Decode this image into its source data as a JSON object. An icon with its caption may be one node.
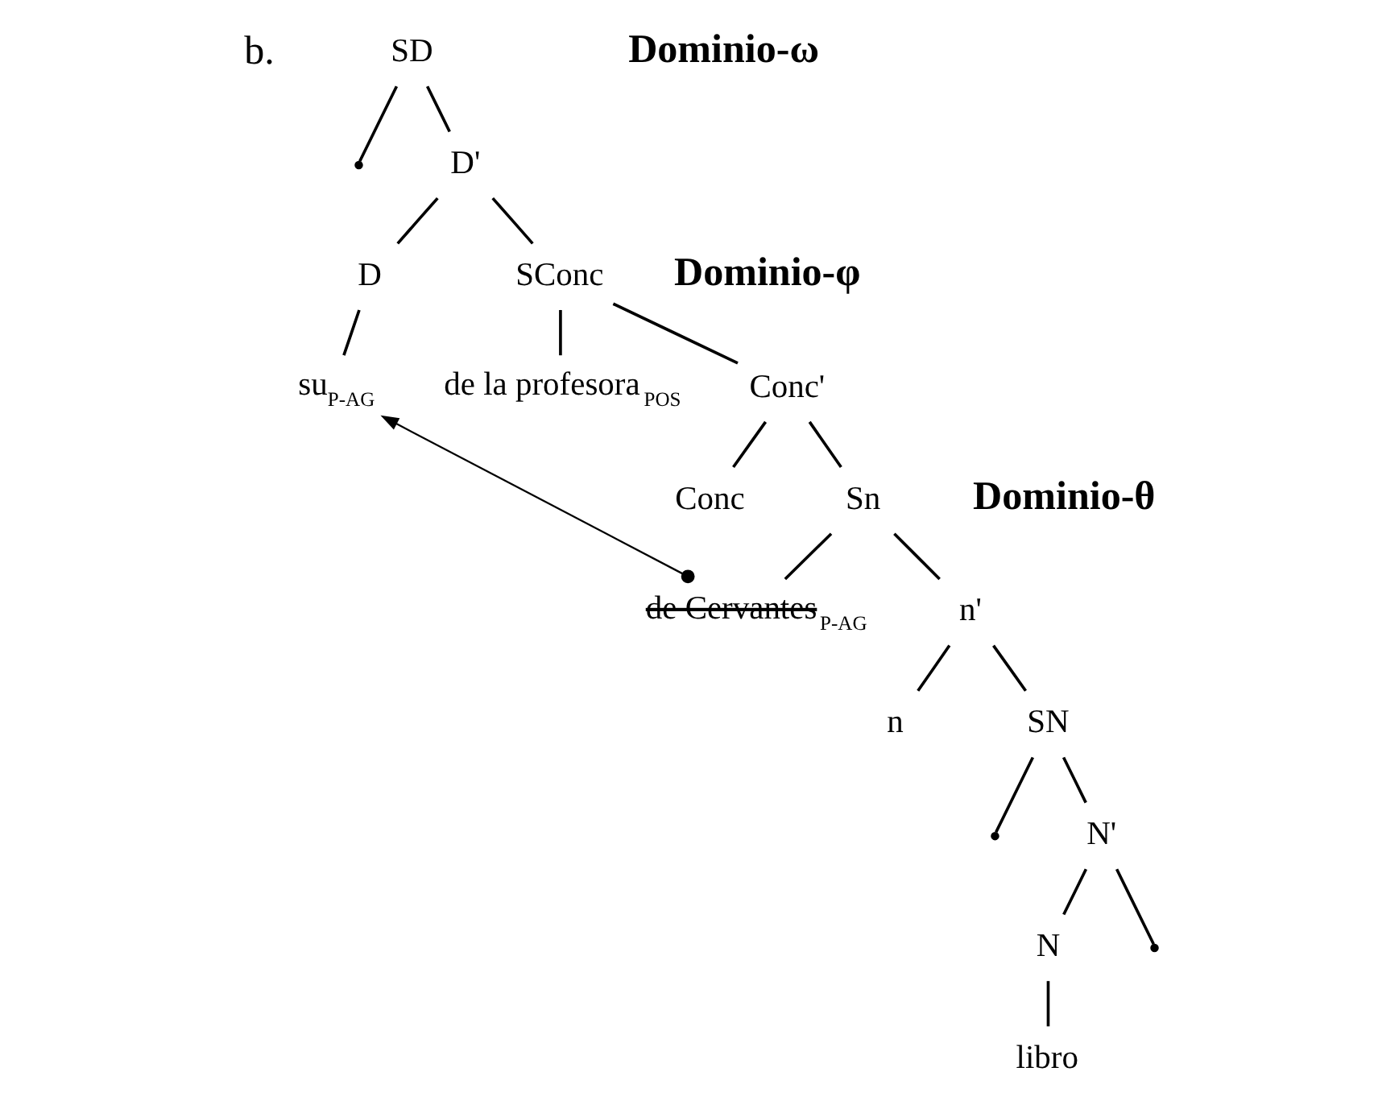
{
  "diagram": {
    "nodes": [
      {
        "text": [
          "SD"
        ]
      },
      {
        "text": [],
        "shape": "point"
      },
      {
        "text": [
          "D'"
        ]
      },
      {
        "text": [
          "D"
        ]
      },
      {
        "text": [
          "SConc"
        ]
      },
      {
        "text": [
          "su$_{P-AG}$"
        ]
      },
      {
        "text": [
          "de la profesora$_{POS}$"
        ]
      },
      {
        "text": [
          "Conc'"
        ]
      },
      {
        "text": [
          "Conc"
        ]
      },
      {
        "text": [
          "Sn"
        ]
      },
      {
        "text": [
          "de Cervantes$_{P-AG}$"
        ]
      },
      {
        "text": [
          "n'"
        ]
      },
      {
        "text": [
          "n"
        ]
      },
      {
        "text": [
          "SN"
        ]
      },
      {
        "text": [],
        "shape": "point"
      },
      {
        "text": [
          "N'"
        ]
      },
      {
        "text": [
          "N"
        ]
      },
      {
        "text": [],
        "shape": "point"
      },
      {
        "text": [
          "libro"
        ]
      }
    ],
    "edges": [
      {
        "from": 0,
        "to": 1,
        "arrow": "none"
      },
      {
        "from": 0,
        "to": 2,
        "arrow": "none"
      },
      {
        "from": 2,
        "to": 3,
        "arrow": "none"
      },
      {
        "from": 2,
        "to": 4,
        "arrow": "none"
      },
      {
        "from": 3,
        "to": 5,
        "arrow": "none"
      },
      {
        "from": 4,
        "to": 6,
        "arrow": "none"
      },
      {
        "from": 4,
        "to": 7,
        "arrow": "none"
      },
      {
        "from": 7,
        "to": 8,
        "arrow": "none"
      },
      {
        "from": 7,
        "to": 9,
        "arrow": "none"
      },
      {
        "from": 9,
        "to": 10,
        "arrow": "none"
      },
      {
        "from": 9,
        "to": 11,
        "arrow": "none"
      },
      {
        "from": 11,
        "to": 12,
        "arrow": "none"
      },
      {
        "from": 11,
        "to": 13,
        "arrow": "none"
      },
      {
        "from": 13,
        "to": 14,
        "arrow": "none"
      },
      {
        "from": 13,
        "to": 15,
        "arrow": "none"
      },
      {
        "from": 15,
        "to": 16,
        "arrow": "none"
      },
      {
        "from": 15,
        "to": 17,
        "arrow": "none"
      },
      {
        "from": 16,
        "to": 18,
        "arrow": "none"
      },
      {
        "from": 10,
        "to": 5,
        "arrow": "to"
      }
    ],
    "labels": [
      "b.",
      "Dominio-ω",
      "Dominio-φ",
      "Dominio-θ"
    ]
  }
}
